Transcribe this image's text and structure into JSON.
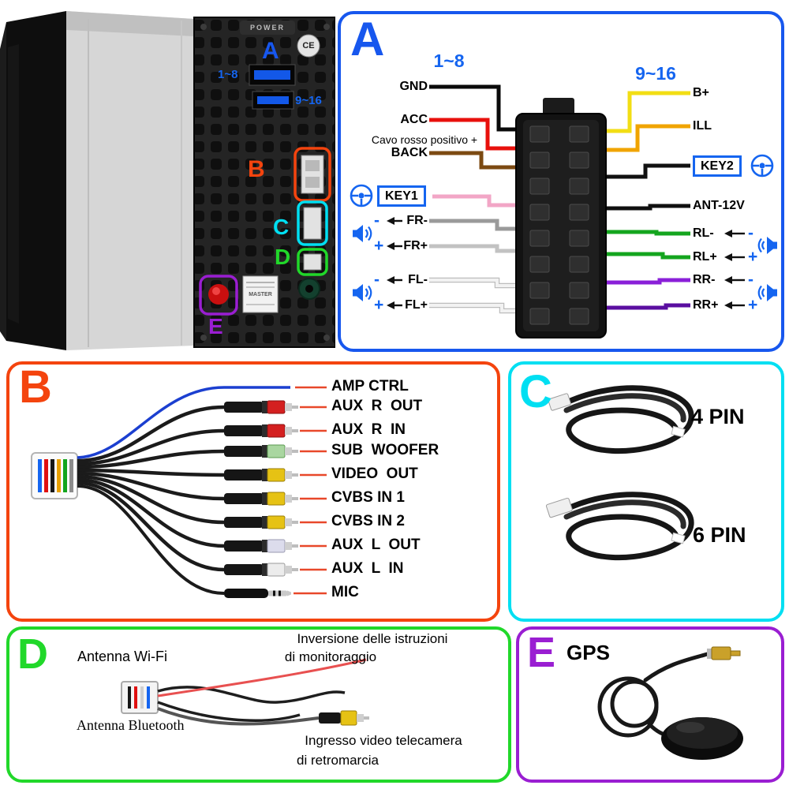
{
  "colors": {
    "panel_a_border": "#1757ee",
    "panel_b_border": "#f4440e",
    "panel_c_border": "#00dff2",
    "panel_d_border": "#21d82a",
    "panel_e_border": "#9a1ed2",
    "label_blue": "#1565f0",
    "wire_gnd": "#0a0a0a",
    "wire_acc": "#e8100c",
    "wire_back": "#7c4a12",
    "wire_key1": "#f2a6c6",
    "wire_bplus": "#f2de14",
    "wire_ill": "#f0a400",
    "wire_rl": "#14a51e",
    "wire_rr": "#7a14c8",
    "leader_line": "#e8482a"
  },
  "photo": {
    "power_label": "POWER",
    "ce_mark": "CE",
    "marker_a": "A",
    "marker_b": "B",
    "marker_c": "C",
    "marker_d": "D",
    "marker_e": "E",
    "pins_1_8": "1~8",
    "pins_9_16": "9~16",
    "master_label": "MASTER"
  },
  "panel_a": {
    "letter": "A",
    "group_left": "1~8",
    "group_right": "9~16",
    "note": "Cavo rosso positivo +",
    "minus": "-",
    "plus": "+",
    "pins_left": [
      "GND",
      "ACC",
      "BACK",
      "KEY1",
      "FR-",
      "FR+",
      "FL-",
      "FL+"
    ],
    "pins_right": [
      "B+",
      "ILL",
      "KEY2",
      "ANT-12V",
      "RL-",
      "RL+",
      "RR-",
      "RR+"
    ]
  },
  "panel_b": {
    "letter": "B",
    "labels": [
      "AMP CTRL",
      "AUX  R  OUT",
      "AUX  R  IN",
      "SUB  WOOFER",
      "VIDEO  OUT",
      "CVBS IN 1",
      "CVBS IN 2",
      "AUX  L  OUT",
      "AUX  L  IN",
      "MIC"
    ]
  },
  "panel_c": {
    "letter": "C",
    "cable_1": "4 PIN",
    "cable_2": "6 PIN"
  },
  "panel_d": {
    "letter": "D",
    "wifi": "Antenna Wi-Fi",
    "reverse_line1": "Inversione delle istruzioni",
    "reverse_line2": "di monitoraggio",
    "bluetooth": "Antenna Bluetooth",
    "camera_line1": "Ingresso video telecamera",
    "camera_line2": "di retromarcia"
  },
  "panel_e": {
    "letter": "E",
    "gps": "GPS"
  }
}
